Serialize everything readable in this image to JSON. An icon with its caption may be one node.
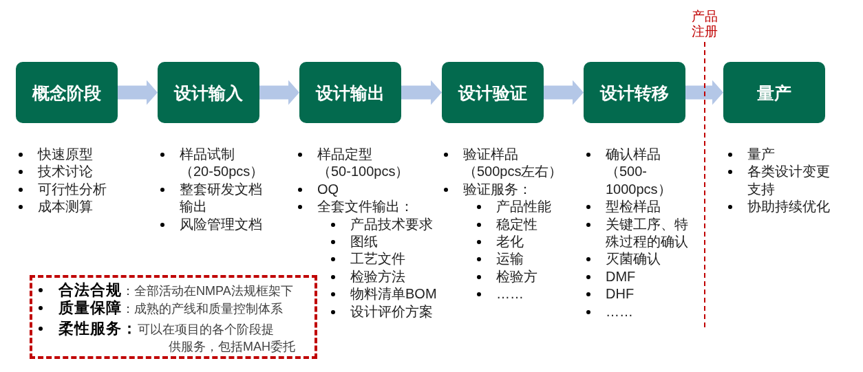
{
  "diagram": {
    "nodes": [
      {
        "text": [
          "概念阶段"
        ],
        "beside": [
          "快速原型",
          "技术讨论",
          "可行性分析",
          "成本测算"
        ]
      },
      {
        "text": [
          "设计输入"
        ],
        "beside": [
          "样品试制（20-50pcs）",
          "整套研发文档输出",
          "风险管理文档"
        ]
      },
      {
        "text": [
          "设计输出"
        ],
        "beside": [
          "样品定型（50-100pcs）",
          "OQ",
          "全套文件输出：",
          "产品技术要求",
          "图纸",
          "工艺文件",
          "检验方法",
          "物料清单BOM",
          "设计评价方案"
        ]
      },
      {
        "text": [
          "设计验证"
        ],
        "beside": [
          "验证样品（500pcs左右）",
          "验证服务：",
          "产品性能",
          "稳定性",
          "老化",
          "运输",
          "检验方",
          "……"
        ]
      },
      {
        "text": [
          "设计转移"
        ],
        "beside": [
          "确认样品（500-1000pcs）",
          "型检样品",
          "关键工序、特殊过程的确认",
          "灭菌确认",
          "DMF",
          "DHF",
          "……"
        ]
      },
      {
        "text": [
          "量产"
        ],
        "beside": [
          "量产",
          "各类设计变更支持",
          "协助持续优化"
        ]
      },
      {
        "text": [
          "**合法合规**：全部活动在NMPA法规框架下",
          "**质量保障**：成熟的产线和质量控制体系",
          "**柔性服务：**可以在项目的各个阶段提供服务，包括MAH委托"
        ]
      }
    ],
    "edges": [
      {
        "from": 0,
        "to": 1,
        "arrow": "to"
      },
      {
        "from": 1,
        "to": 2,
        "arrow": "to"
      },
      {
        "from": 2,
        "to": 3,
        "arrow": "to"
      },
      {
        "from": 3,
        "to": 4,
        "arrow": "to"
      },
      {
        "from": 4,
        "to": 5,
        "arrow": "to"
      }
    ],
    "labels": [
      "产品注册"
    ]
  }
}
